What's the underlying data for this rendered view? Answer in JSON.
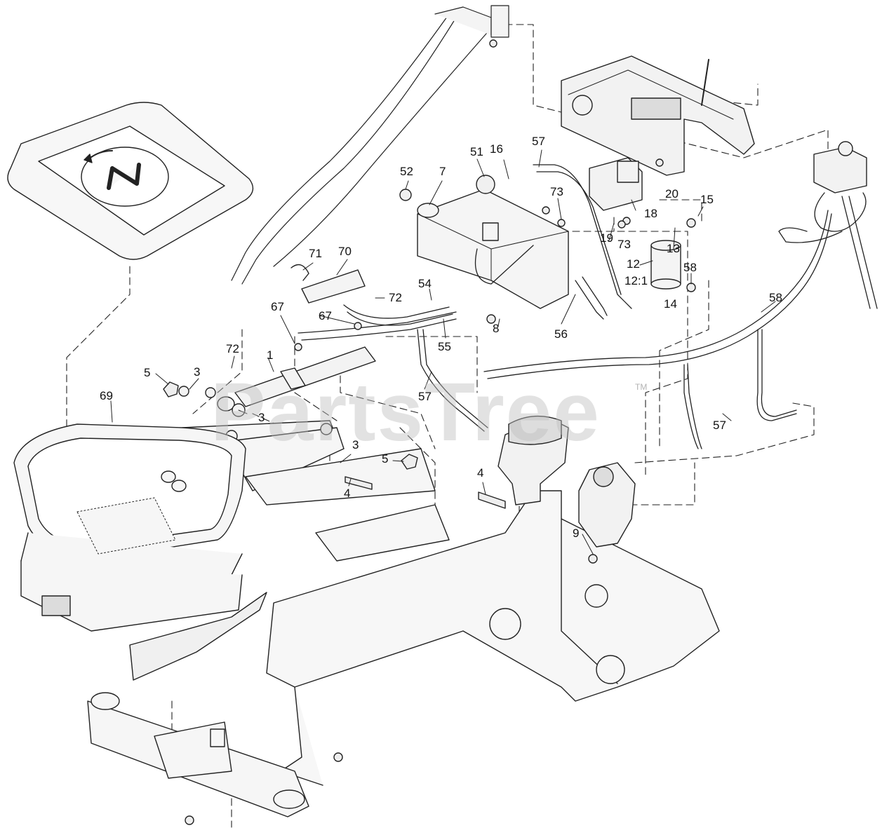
{
  "watermark": "PartsTree",
  "watermark_tm": "TM",
  "colors": {
    "line": "#222222",
    "part_fill": "#f4f4f4",
    "part_shade": "#d9d9d9"
  },
  "callouts": [
    {
      "id": "c1",
      "text": "1"
    },
    {
      "id": "c3a",
      "text": "3"
    },
    {
      "id": "c3b",
      "text": "3"
    },
    {
      "id": "c3c",
      "text": "3"
    },
    {
      "id": "c4a",
      "text": "4"
    },
    {
      "id": "c4b",
      "text": "4"
    },
    {
      "id": "c5a",
      "text": "5"
    },
    {
      "id": "c5b",
      "text": "5"
    },
    {
      "id": "c7",
      "text": "7"
    },
    {
      "id": "c8",
      "text": "8"
    },
    {
      "id": "c9",
      "text": "9"
    },
    {
      "id": "c12",
      "text": "12"
    },
    {
      "id": "c12_1",
      "text": "12:1"
    },
    {
      "id": "c13",
      "text": "13"
    },
    {
      "id": "c14",
      "text": "14"
    },
    {
      "id": "c15",
      "text": "15"
    },
    {
      "id": "c16",
      "text": "16"
    },
    {
      "id": "c18",
      "text": "18"
    },
    {
      "id": "c19",
      "text": "19"
    },
    {
      "id": "c20",
      "text": "20"
    },
    {
      "id": "c51",
      "text": "51"
    },
    {
      "id": "c52",
      "text": "52"
    },
    {
      "id": "c54",
      "text": "54"
    },
    {
      "id": "c55",
      "text": "55"
    },
    {
      "id": "c56",
      "text": "56"
    },
    {
      "id": "c57a",
      "text": "57"
    },
    {
      "id": "c57b",
      "text": "57"
    },
    {
      "id": "c57c",
      "text": "57"
    },
    {
      "id": "c58a",
      "text": "58"
    },
    {
      "id": "c58b",
      "text": "58"
    },
    {
      "id": "c67a",
      "text": "67"
    },
    {
      "id": "c67b",
      "text": "67"
    },
    {
      "id": "c69",
      "text": "69"
    },
    {
      "id": "c70",
      "text": "70"
    },
    {
      "id": "c71",
      "text": "71"
    },
    {
      "id": "c72a",
      "text": "72"
    },
    {
      "id": "c72b",
      "text": "72"
    },
    {
      "id": "c73a",
      "text": "73"
    },
    {
      "id": "c73b",
      "text": "73"
    }
  ]
}
